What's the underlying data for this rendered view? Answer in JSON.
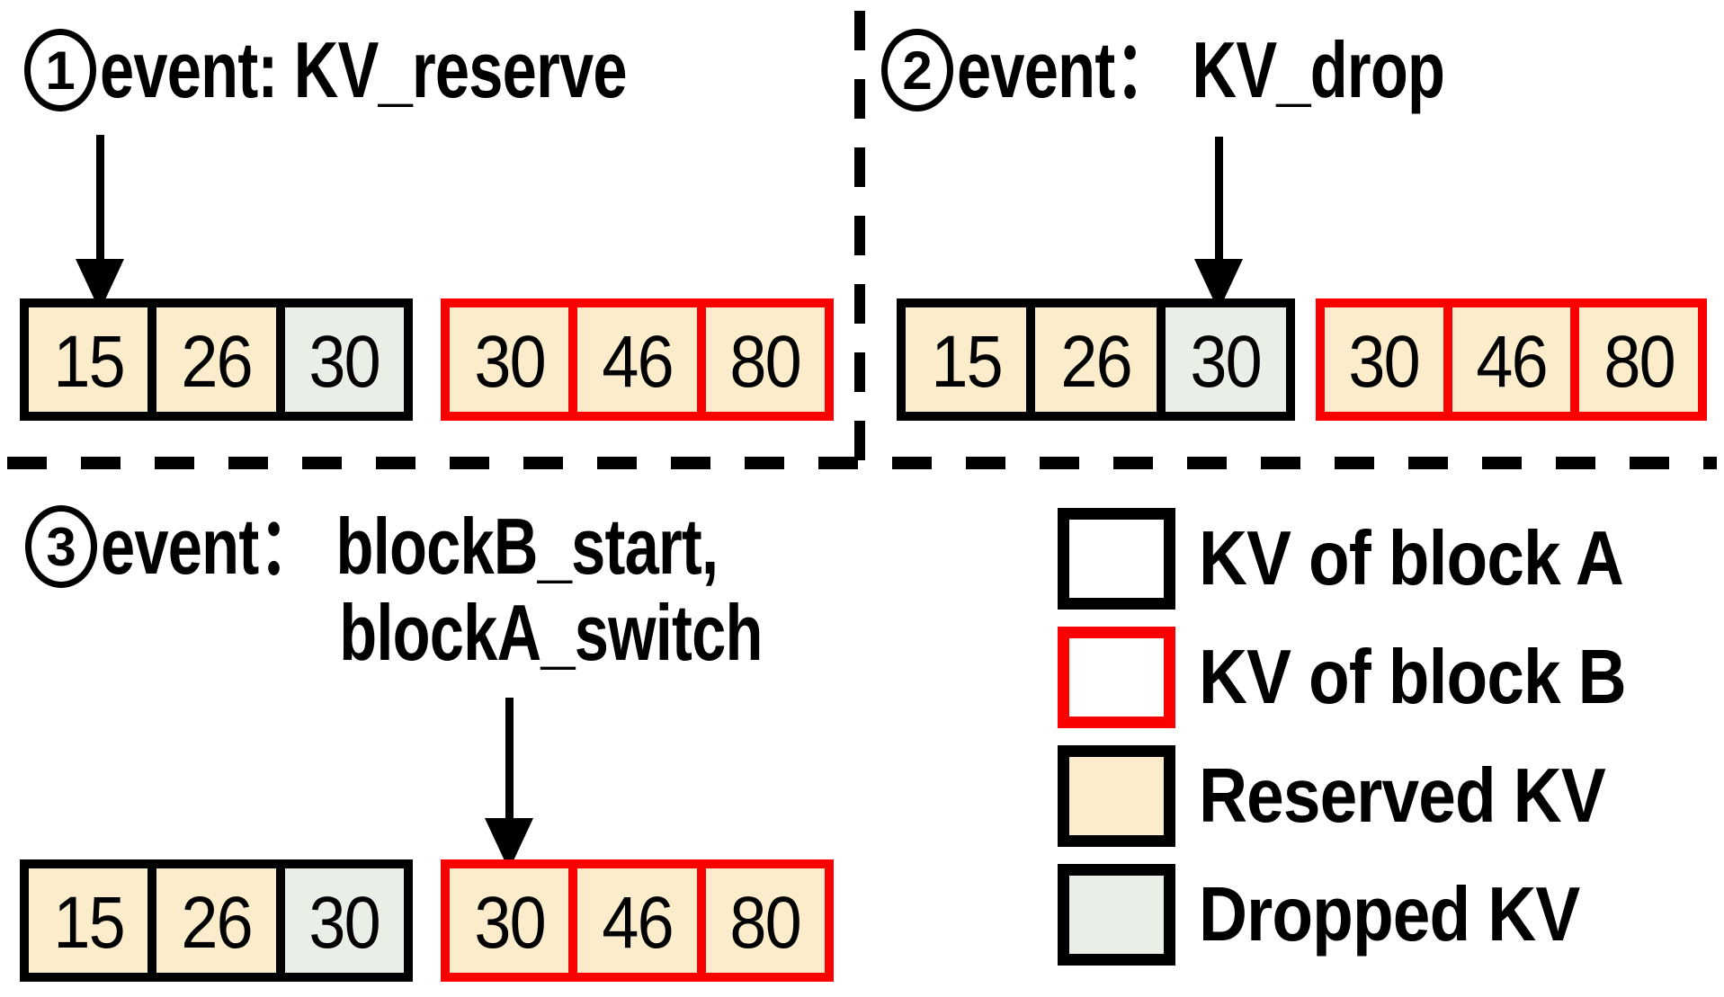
{
  "colors": {
    "background": "#ffffff",
    "block_a_border": "#000000",
    "block_b_border": "#fa0000",
    "reserved_kv_fill": "#fbedcc",
    "dropped_kv_fill": "#e9efe7",
    "text": "#000000"
  },
  "panels": [
    {
      "badge": "1",
      "title": "event: KV_reserve"
    },
    {
      "badge": "2",
      "title": "event： KV_drop"
    },
    {
      "badge": "3",
      "title_line1": "event： blockB_start,",
      "title_line2": "blockA_switch"
    }
  ],
  "blocks": [
    {
      "panel": 1,
      "block": "A",
      "cells": [
        {
          "value": "15",
          "state": "reserved"
        },
        {
          "value": "26",
          "state": "reserved"
        },
        {
          "value": "30",
          "state": "dropped"
        }
      ]
    },
    {
      "panel": 1,
      "block": "B",
      "cells": [
        {
          "value": "30",
          "state": "reserved"
        },
        {
          "value": "46",
          "state": "reserved"
        },
        {
          "value": "80",
          "state": "reserved"
        }
      ]
    },
    {
      "panel": 2,
      "block": "A",
      "cells": [
        {
          "value": "15",
          "state": "reserved"
        },
        {
          "value": "26",
          "state": "reserved"
        },
        {
          "value": "30",
          "state": "dropped"
        }
      ]
    },
    {
      "panel": 2,
      "block": "B",
      "cells": [
        {
          "value": "30",
          "state": "reserved"
        },
        {
          "value": "46",
          "state": "reserved"
        },
        {
          "value": "80",
          "state": "reserved"
        }
      ]
    },
    {
      "panel": 3,
      "block": "A",
      "cells": [
        {
          "value": "15",
          "state": "reserved"
        },
        {
          "value": "26",
          "state": "reserved"
        },
        {
          "value": "30",
          "state": "dropped"
        }
      ]
    },
    {
      "panel": 3,
      "block": "B",
      "cells": [
        {
          "value": "30",
          "state": "reserved"
        },
        {
          "value": "46",
          "state": "reserved"
        },
        {
          "value": "80",
          "state": "reserved"
        }
      ]
    }
  ],
  "arrows": [
    {
      "panel": 1,
      "points_to": "block A cell 15"
    },
    {
      "panel": 2,
      "points_to": "block A cell 30"
    },
    {
      "panel": 3,
      "points_to": "block B cell 30"
    }
  ],
  "legend": {
    "items": [
      {
        "label": "KV of block A",
        "swatch": "black-outline"
      },
      {
        "label": "KV of block B",
        "swatch": "red-outline"
      },
      {
        "label": "Reserved KV",
        "swatch": "reserved-fill"
      },
      {
        "label": "Dropped KV",
        "swatch": "dropped-fill"
      }
    ]
  }
}
